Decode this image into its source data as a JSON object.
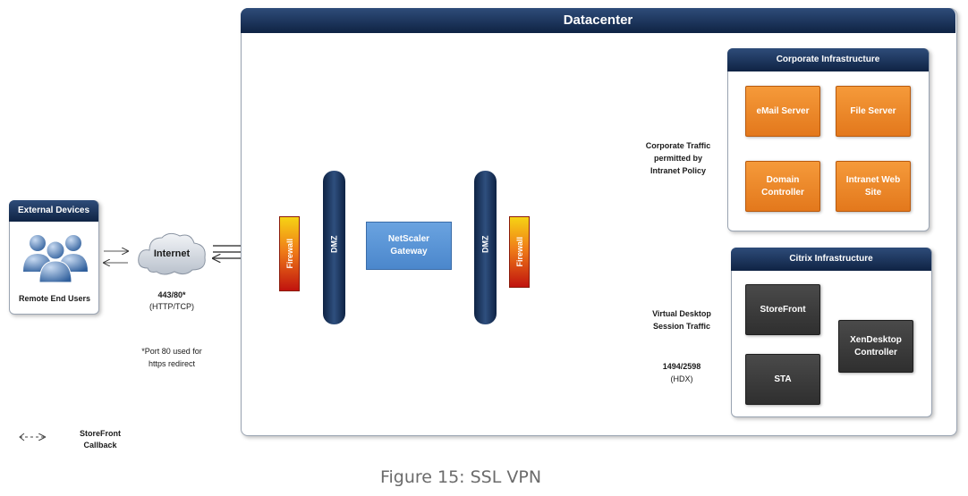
{
  "datacenter": {
    "title": "Datacenter"
  },
  "external_devices": {
    "title": "External Devices",
    "users_label": "Remote End Users"
  },
  "internet": {
    "label": "Internet",
    "ports": "443/80*",
    "protocol": "(HTTP/TCP)",
    "note_line1": "*Port 80 used for",
    "note_line2": "https redirect"
  },
  "firewall_label": "Firewall",
  "dmz_label": "DMZ",
  "gateway": {
    "line1": "NetScaler",
    "line2": "Gateway"
  },
  "corporate": {
    "title": "Corporate Infrastructure",
    "traffic_line1": "Corporate Traffic",
    "traffic_line2": "permitted by",
    "traffic_line3": "Intranet Policy",
    "servers": [
      {
        "line1": "eMail Server",
        "line2": ""
      },
      {
        "line1": "File Server",
        "line2": ""
      },
      {
        "line1": "Domain",
        "line2": "Controller"
      },
      {
        "line1": "Intranet Web",
        "line2": "Site"
      }
    ]
  },
  "citrix": {
    "title": "Citrix Infrastructure",
    "traffic_line1": "Virtual Desktop",
    "traffic_line2": "Session Traffic",
    "ports": "1494/2598",
    "protocol": "(HDX)",
    "storefront": "StoreFront",
    "sta": "STA",
    "xendesktop_line1": "XenDesktop",
    "xendesktop_line2": "Controller"
  },
  "legend": {
    "line1": "StoreFront",
    "line2": "Callback"
  },
  "caption": "Figure 15: SSL VPN",
  "colors": {
    "header_navy": "#1b3358",
    "orange": "#ec862a",
    "dark": "#3a3a3a",
    "gateway_blue": "#5b96d6"
  }
}
